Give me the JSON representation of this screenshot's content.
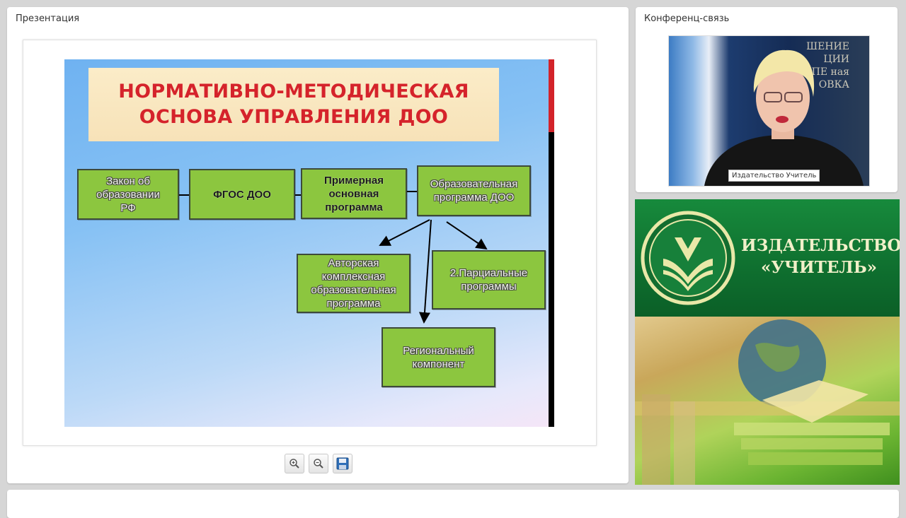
{
  "presentation": {
    "title": "Презентация",
    "slide": {
      "title": "НОРМАТИВНО-МЕТОДИЧЕСКАЯ\nОСНОВА УПРАВЛЕНИЯ ДОО",
      "boxes": {
        "law": "Закон об\nобразовании\nРФ",
        "fgos": "ФГОС ДОО",
        "example_program": "Примерная\nосновная\nпрограмма",
        "edu_program": "Образовательная\nпрограмма ДОО",
        "author_program": "Авторская\nкомплексная\nобразовательная\nпрограмма",
        "partial_programs": "2.Парциальные\nпрограммы",
        "regional": "Региональный\nкомпонент"
      }
    },
    "toolbar": {
      "zoom_in_icon": "zoom-in-icon",
      "zoom_out_icon": "zoom-out-icon",
      "save_icon": "floppy-disk-icon"
    }
  },
  "conference": {
    "title": "Конференц-связь",
    "video_label": "Издательство Учитель",
    "banner_text": "ШЕНИЕ\nЦИИ\nПЕ     ная\nОВКА"
  },
  "ad": {
    "text": "ИЗДАТЕЛЬСТВО\n«УЧИТЕЛЬ»"
  },
  "colors": {
    "slide_title_red": "#d5232b",
    "box_green": "#8cc63f",
    "ad_green": "#178a3c"
  }
}
